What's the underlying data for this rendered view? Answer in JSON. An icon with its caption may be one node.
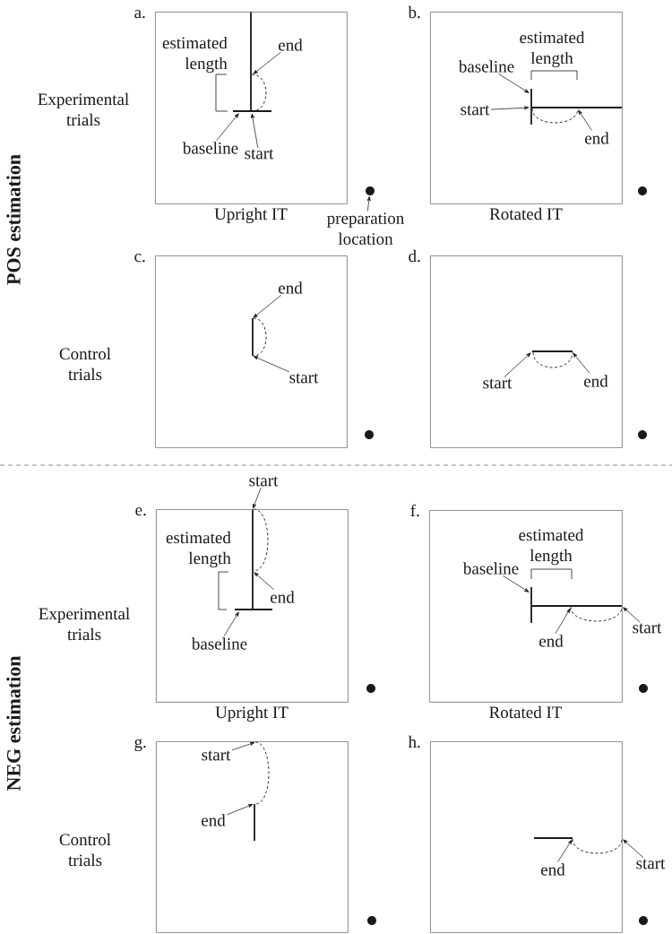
{
  "diagram": {
    "nodes": [
      {
        "text": [
          "a."
        ],
        "beside": [
          "Upright IT"
        ]
      },
      {
        "text": [
          "end"
        ],
        "in": 0
      },
      {
        "text": [
          "baseline"
        ],
        "in": 0
      },
      {
        "text": [
          "start"
        ],
        "in": 0
      },
      {
        "text": [],
        "shape": "bar",
        "in": 0
      },
      {
        "text": [],
        "shape": "circle"
      },
      {
        "text": [
          "preparation location"
        ]
      },
      {
        "text": [
          "b."
        ],
        "beside": [
          "Rotated IT"
        ]
      },
      {
        "text": [
          "baseline"
        ],
        "in": 7
      },
      {
        "text": [],
        "shape": "bar",
        "in": 7
      },
      {
        "text": [
          "start"
        ],
        "in": 7
      },
      {
        "text": [
          "end"
        ],
        "in": 7
      },
      {
        "text": [],
        "shape": "circle"
      },
      {
        "text": [
          "c."
        ]
      },
      {
        "text": [
          "end"
        ],
        "in": 13
      },
      {
        "text": [
          "start"
        ],
        "in": 13
      },
      {
        "text": [],
        "shape": "circle"
      },
      {
        "text": [
          "d."
        ]
      },
      {
        "text": [
          "start"
        ],
        "in": 17
      },
      {
        "text": [
          "end"
        ],
        "in": 17
      },
      {
        "text": [],
        "shape": "circle"
      },
      {
        "text": [
          "e."
        ],
        "beside": [
          "Upright IT"
        ]
      },
      {
        "text": [
          "start"
        ]
      },
      {
        "text": [
          "end"
        ],
        "in": 21
      },
      {
        "text": [
          "baseline"
        ],
        "in": 21
      },
      {
        "text": [],
        "shape": "bar",
        "in": 21
      },
      {
        "text": [],
        "shape": "circle"
      },
      {
        "text": [
          "f."
        ],
        "beside": [
          "Rotated IT"
        ]
      },
      {
        "text": [
          "baseline"
        ],
        "in": 27
      },
      {
        "text": [],
        "shape": "bar",
        "in": 27
      },
      {
        "text": [
          "end"
        ],
        "in": 27
      },
      {
        "text": [
          "start"
        ]
      },
      {
        "text": [],
        "shape": "circle"
      },
      {
        "text": [
          "g."
        ]
      },
      {
        "text": [
          "start"
        ],
        "in": 33
      },
      {
        "text": [
          "end"
        ],
        "in": 33
      },
      {
        "text": [],
        "shape": "circle"
      },
      {
        "text": [
          "h."
        ]
      },
      {
        "text": [
          "end"
        ],
        "in": 37
      },
      {
        "text": [
          "start"
        ]
      },
      {
        "text": [],
        "shape": "circle"
      }
    ],
    "edges": [
      {
        "from": 1,
        "to": null,
        "arrow": "to"
      },
      {
        "from": 2,
        "to": 4,
        "arrow": "to"
      },
      {
        "from": 3,
        "to": 4,
        "arrow": "to"
      },
      {
        "from": 6,
        "to": 5,
        "arrow": "to"
      },
      {
        "from": 8,
        "to": 9,
        "arrow": "to"
      },
      {
        "from": 10,
        "to": 9,
        "arrow": "to"
      },
      {
        "from": 11,
        "to": null,
        "arrow": "to"
      },
      {
        "from": 14,
        "to": null,
        "arrow": "to"
      },
      {
        "from": 15,
        "to": null,
        "arrow": "to"
      },
      {
        "from": 18,
        "to": null,
        "arrow": "to"
      },
      {
        "from": 19,
        "to": null,
        "arrow": "to"
      },
      {
        "from": 22,
        "to": 21,
        "arrow": "to"
      },
      {
        "from": 23,
        "to": null,
        "arrow": "to"
      },
      {
        "from": 24,
        "to": 25,
        "arrow": "to"
      },
      {
        "from": 28,
        "to": 29,
        "arrow": "to"
      },
      {
        "from": 30,
        "to": null,
        "arrow": "to"
      },
      {
        "from": 31,
        "to": 27,
        "arrow": "to"
      },
      {
        "from": 34,
        "to": null,
        "arrow": "to"
      },
      {
        "from": 35,
        "to": null,
        "arrow": "to"
      },
      {
        "from": 38,
        "to": null,
        "arrow": "to"
      },
      {
        "from": 39,
        "to": 37,
        "arrow": "to"
      }
    ],
    "labels": [
      "estimated length",
      "Experimental trials",
      "estimated length",
      "POS estimation",
      "Control trials",
      "estimated length",
      "Experimental trials",
      "estimated length",
      "NEG estimation",
      "Control trials"
    ]
  }
}
